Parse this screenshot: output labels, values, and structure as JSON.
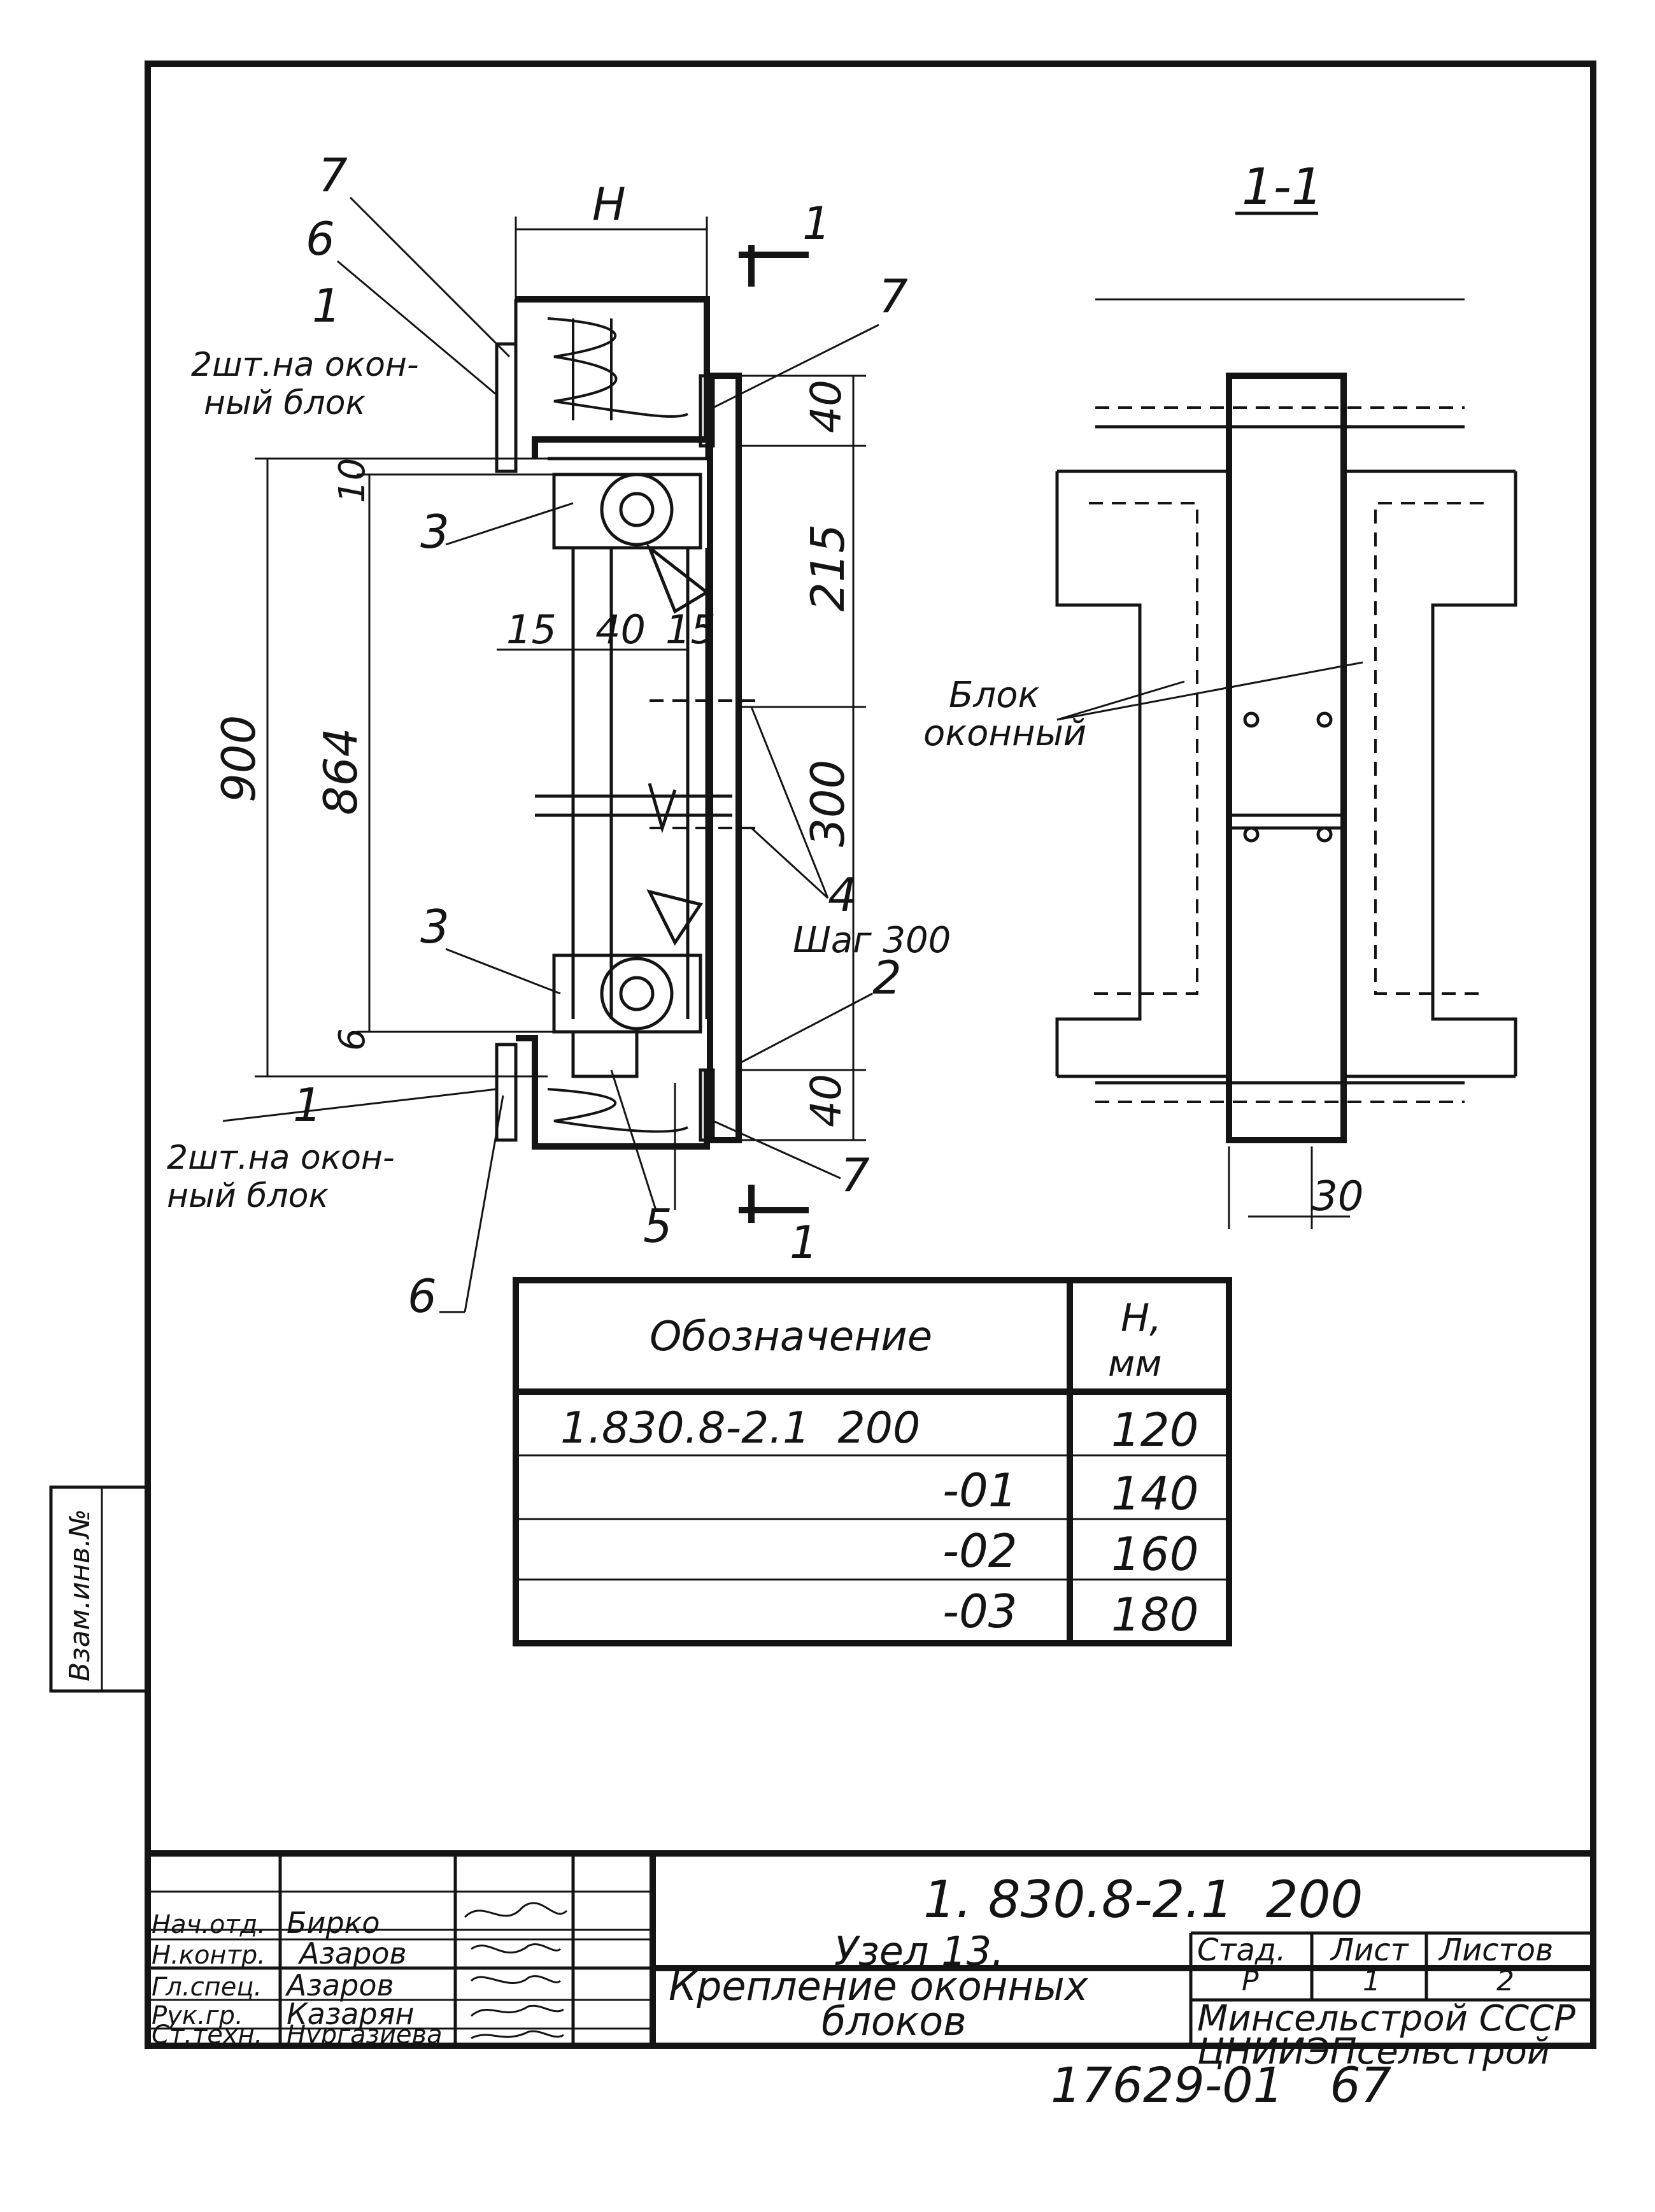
{
  "drawing": {
    "section_label": "1-1",
    "section_mark": "1",
    "dim_H": "H",
    "dims": {
      "d40_top": "40",
      "d215": "215",
      "d300": "300",
      "d40_bottom": "40",
      "d900": "900",
      "d864": "864",
      "d10": "10",
      "d6": "6",
      "d15a": "15",
      "d40mid": "40",
      "d15b": "15",
      "d30": "30"
    },
    "callouts": {
      "c7_top": "7",
      "c6_top": "6",
      "c1_top": "1",
      "c3_top": "3",
      "c3_bottom": "3",
      "c1_bottom": "1",
      "c6_bottom": "6",
      "c5": "5",
      "c7_right_top": "7",
      "c7_right_bottom": "7",
      "c2": "2",
      "c4": "4"
    },
    "notes": {
      "pcs_top_1": "2шт.на окон-",
      "pcs_top_2": "ный блок",
      "pcs_bottom_1": "2шт.на окон-",
      "pcs_bottom_2": "ный блок",
      "step": "Шаг 300",
      "block_1": "Блок",
      "block_2": "оконный"
    }
  },
  "spec_table": {
    "header_designation": "Обозначение",
    "header_h_1": "H,",
    "header_h_2": "мм",
    "rows": [
      {
        "designation": "1.830.8-2.1  200",
        "h": "120"
      },
      {
        "designation": "-01",
        "h": "140"
      },
      {
        "designation": "-02",
        "h": "160"
      },
      {
        "designation": "-03",
        "h": "180"
      }
    ]
  },
  "title_block": {
    "doc_code": "1. 830.8-2.1  200",
    "title_line1": "Узел 13.",
    "title_line2": "Крепление оконных",
    "title_line3": "блоков",
    "stage_header": "Стад.",
    "sheet_header": "Лист",
    "sheets_header": "Листов",
    "stage_value": "Р",
    "sheet_value": "1",
    "sheets_value": "2",
    "org_line1": "Минсельстрой СССР",
    "org_line2": "ЦНИИЭПсельстрой",
    "staff": [
      {
        "role": "Нач.отд.",
        "name": "Бирко"
      },
      {
        "role": "Н.контр.",
        "name": "Азаров"
      },
      {
        "role": "Гл.спец.",
        "name": "Азаров"
      },
      {
        "role": "Рук.гр.",
        "name": "Казарян"
      },
      {
        "role": "Ст.техн.",
        "name": "Нургазиева"
      }
    ]
  },
  "side_stamp": "Взам.инв.№",
  "footer_number": "17629-01   67"
}
